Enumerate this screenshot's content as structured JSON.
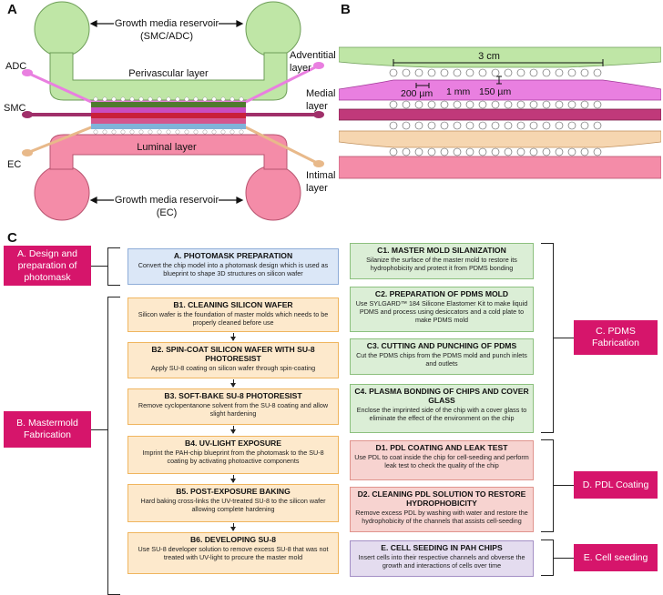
{
  "panels": {
    "a": "A",
    "b": "B",
    "c": "C"
  },
  "panel_a": {
    "top_reservoir": "Growth media reservoir",
    "top_reservoir_sub": "(SMC/ADC)",
    "perivascular": "Perivascular layer",
    "luminal": "Luminal layer",
    "bottom_reservoir": "Growth media reservoir",
    "bottom_reservoir_sub": "(EC)",
    "adc": "ADC",
    "smc": "SMC",
    "ec": "EC",
    "adventitial_1": "Adventitial",
    "adventitial_2": "layer",
    "medial_1": "Medial",
    "medial_2": "layer",
    "intimal_1": "Intimal",
    "intimal_2": "layer"
  },
  "panel_b": {
    "length": "3 cm",
    "post_spacing": "200 µm",
    "channel_width": "1 mm",
    "gap": "150 µm"
  },
  "labels": {
    "a": "A. Design and preparation of photomask",
    "b": "B. Mastermold Fabrication",
    "c": "C. PDMS Fabrication",
    "d": "D. PDL Coating",
    "e": "E. Cell seeding"
  },
  "steps": {
    "a": {
      "title": "A. PHOTOMASK PREPARATION",
      "desc": "Convert the chip model into a photomask design which is used as blueprint to shape 3D structures on silicon wafer"
    },
    "b1": {
      "title": "B1. CLEANING SILICON WAFER",
      "desc": "Silicon wafer is the foundation of master molds which needs to be properly cleaned before use"
    },
    "b2": {
      "title": "B2. SPIN-COAT SILICON WAFER WITH SU-8 PHOTORESIST",
      "desc": "Apply SU-8 coating on silicon wafer through spin-coating"
    },
    "b3": {
      "title": "B3. SOFT-BAKE SU-8 PHOTORESIST",
      "desc": "Remove cyclopentanone solvent from the SU-8 coating and allow slight hardening"
    },
    "b4": {
      "title": "B4. UV-LIGHT EXPOSURE",
      "desc": "Imprint the PAH-chip blueprint from the photomask to the SU-8 coating by activating photoactive components"
    },
    "b5": {
      "title": "B5. POST-EXPOSURE BAKING",
      "desc": "Hard baking cross-links the UV-treated SU-8 to the silicon wafer allowing complete hardening"
    },
    "b6": {
      "title": "B6. DEVELOPING SU-8",
      "desc": "Use SU-8 developer solution to remove excess SU-8 that was not treated with UV-light to procure the master mold"
    },
    "c1": {
      "title": "C1. MASTER MOLD SILANIZATION",
      "desc": "Silanize the surface of the master mold to restore its hydrophobicity and protect it from PDMS bonding"
    },
    "c2": {
      "title": "C2. PREPARATION OF PDMS MOLD",
      "desc": "Use SYLGARD™ 184 Silicone Elastomer Kit to make liquid PDMS and process using desiccators and a cold plate to make PDMS mold"
    },
    "c3": {
      "title": "C3. CUTTING AND PUNCHING OF PDMS",
      "desc": "Cut the PDMS chips from the PDMS mold and punch inlets and outlets"
    },
    "c4": {
      "title": "C4. PLASMA BONDING OF CHIPS AND COVER GLASS",
      "desc": "Enclose the imprinted side of the chip with a cover glass to eliminate the effect of the environment on the chip"
    },
    "d1": {
      "title": "D1. PDL COATING AND LEAK TEST",
      "desc": "Use PDL to coat inside the chip for cell-seeding and perform leak test to check the quality of the chip"
    },
    "d2": {
      "title": "D2. CLEANING PDL SOLUTION TO RESTORE HYDROPHOBICITY",
      "desc": "Remove excess PDL by washing with water and restore the hydrophobicity of the channels that assists cell-seeding"
    },
    "e": {
      "title": "E. CELL SEEDING IN PAH CHIPS",
      "desc": "Insert cells into their respective channels and obverse the growth and interactions of cells over time"
    }
  },
  "colors": {
    "green_channel": "#bfe6a6",
    "pink_channel": "#f48ca8",
    "magenta_channel": "#e97fe0",
    "label_bg": "#d6156b"
  }
}
